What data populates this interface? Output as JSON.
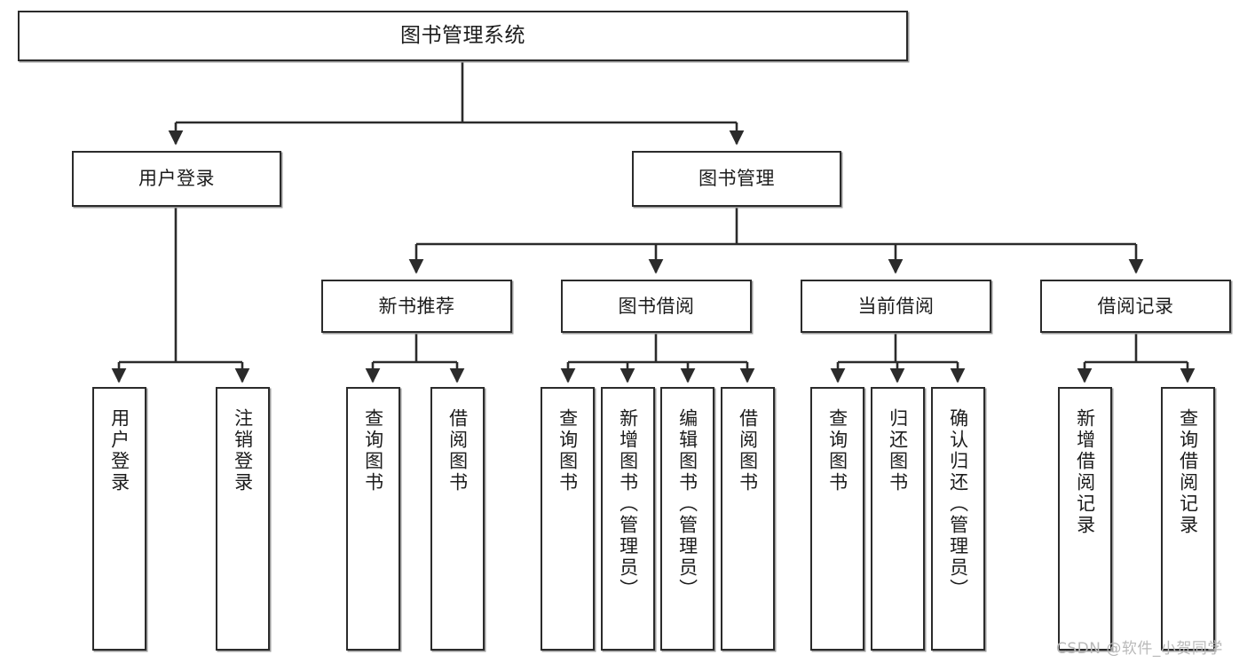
{
  "diagram": {
    "title": "图书管理系统",
    "type": "hierarchy-tree",
    "edge_color": "#2b2b2b",
    "box_border_color": "#2b2b2b",
    "box_fill_color": "#ffffff",
    "text_color": "#1c1c1c",
    "watermark_color": "#b9b9b9"
  },
  "watermark": {
    "text": "CSDN @软件_小贺同学"
  },
  "nodes": {
    "root": {
      "label": "图书管理系统"
    },
    "level2": [
      {
        "label": "用户登录"
      },
      {
        "label": "图书管理"
      }
    ],
    "level3": [
      {
        "label": "新书推荐"
      },
      {
        "label": "图书借阅"
      },
      {
        "label": "当前借阅"
      },
      {
        "label": "借阅记录"
      }
    ],
    "leaves": {
      "user_login": [
        {
          "label": "用户登录"
        },
        {
          "label": "注销登录"
        }
      ],
      "new_book_recommend": [
        {
          "label": "查询图书"
        },
        {
          "label": "借阅图书"
        }
      ],
      "book_borrow": [
        {
          "label": "查询图书"
        },
        {
          "label": "新增图书（管理员）"
        },
        {
          "label": "编辑图书（管理员）"
        },
        {
          "label": "借阅图书"
        }
      ],
      "current_borrow": [
        {
          "label": "查询图书"
        },
        {
          "label": "归还图书"
        },
        {
          "label": "确认归还（管理员）"
        }
      ],
      "borrow_record": [
        {
          "label": "新增借阅记录"
        },
        {
          "label": "查询借阅记录"
        }
      ]
    }
  }
}
